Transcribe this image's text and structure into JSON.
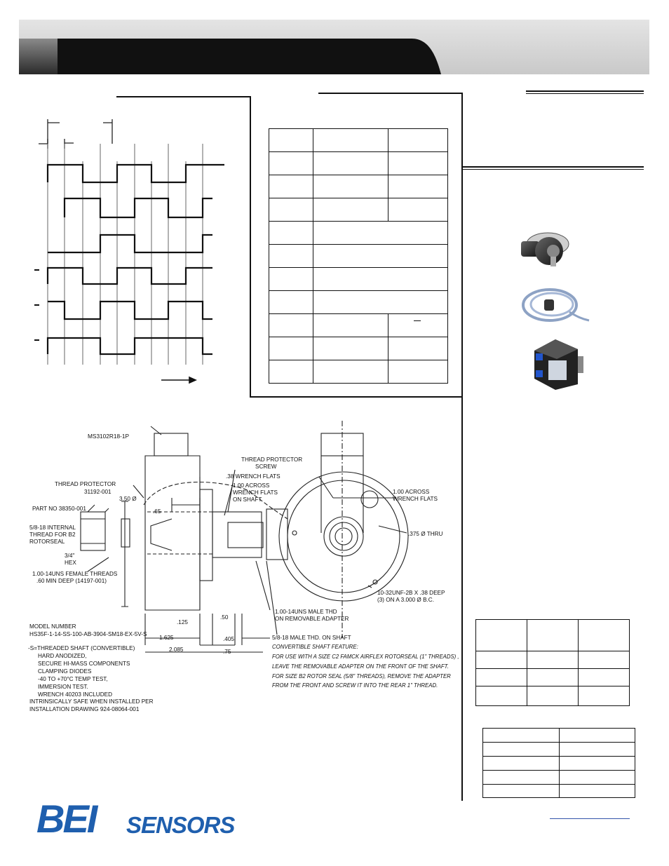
{
  "brand": {
    "logo_bei": "BEI",
    "logo_sensors": "SENSORS",
    "accent_color": "#1f5fae"
  },
  "drawing": {
    "connector": "MS3102R18-1P",
    "thread_protector": "THREAD PROTECTOR",
    "thread_protector_pn": "31192-001",
    "part_no": "PART NO 38350-001",
    "internal_thread_1": "5/8-18 INTERNAL",
    "internal_thread_2": "THREAD FOR B2",
    "internal_thread_3": "ROTORSEAL",
    "hex_1": "3/4\"",
    "hex_2": "HEX",
    "female_threads_1": "1.00-14UNS FEMALE THREADS",
    "female_threads_2": ".60 MIN DEEP (14197-001)",
    "dim_350": "3.50 Ø",
    "dim_65": ".65",
    "tp_screw_1": "THREAD PROTECTOR",
    "tp_screw_2": "SCREW",
    "wrench_38": ".38 WRENCH FLATS",
    "across_1": "1.00  ACROSS",
    "across_2": "WRENCH FLATS",
    "across_3": "ON SHAFT",
    "across_r1": "1.00  ACROSS",
    "across_r2": "WRENCH FLATS",
    "thru": ".375 Ø THRU",
    "unf_1": "10-32UNF-2B X .38 DEEP",
    "unf_2": "(3) ON A 3.000 Ø B.C.",
    "male_thd_1": "1.00-14UNS MALE THD",
    "male_thd_2": "ON REMOVABLE ADAPTER",
    "male_shaft": "5/8-18 MALE THD. ON SHAFT",
    "dim_125": ".125",
    "dim_50": ".50",
    "dim_1625": "1.625",
    "dim_405": ".405",
    "dim_2085": "2.085",
    "dim_75": ".75",
    "model_title": "MODEL NUMBER",
    "model_number": "HS35F-1-14-SS-100-AB-3904-SM18-EX-5V-S",
    "opt_1": "-S=THREADED SHAFT (CONVERTIBLE)",
    "opt_2": "HARD ANODIZED,",
    "opt_3": "SECURE HI-MASS COMPONENTS",
    "opt_4": "CLAMPING DIODES",
    "opt_5": "-40 TO +70°C TEMP TEST,",
    "opt_6": "IMMERSION TEST.",
    "opt_7": "WRENCH 40203 INCLUDED",
    "safe_1": "INTRINSICALLY SAFE WHEN INSTALLED PER",
    "safe_2": "INSTALLATION DRAWING 924-08064-001",
    "conv_1": "CONVERTIBLE SHAFT FEATURE:",
    "conv_2": "FOR USE WITH A SIZE C2 FAMCK AIRFLEX ROTORSEAL (1\" THREADS) ,",
    "conv_3": "LEAVE THE REMOVABLE ADAPTER ON THE FRONT  OF THE SHAFT.",
    "conv_4": "FOR SIZE B2  ROTOR SEAL (5/8\" THREADS), REMOVE  THE ADAPTER",
    "conv_5": "FROM THE FRONT AND SCREW IT INTO THE REAR 1\" THREAD."
  }
}
